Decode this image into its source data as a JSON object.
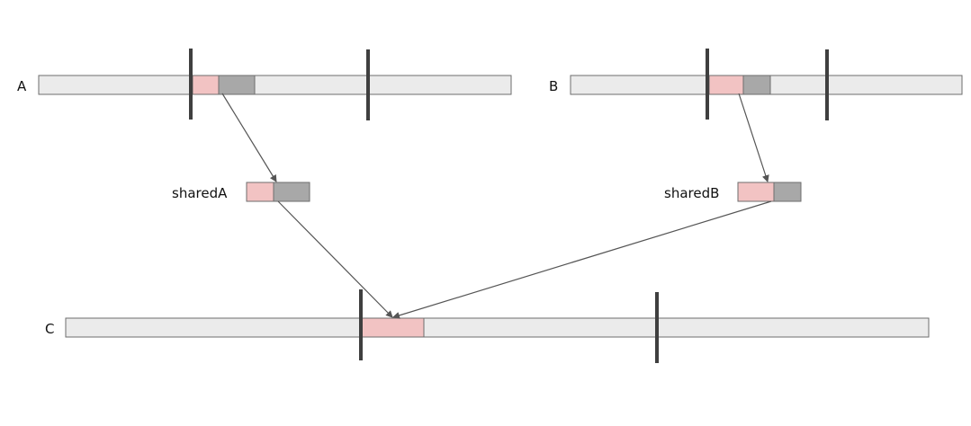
{
  "arrays": {
    "a": {
      "label": "A"
    },
    "b": {
      "label": "B"
    },
    "c": {
      "label": "C"
    }
  },
  "buffers": {
    "shared_a": {
      "label": "sharedA"
    },
    "shared_b": {
      "label": "sharedB"
    }
  },
  "colors": {
    "track_fill": "#ebebeb",
    "outline": "#6e6e6e",
    "highlight_pink": "#f2c3c3",
    "highlight_gray": "#a8a8a8",
    "boundary_tick": "#3f3f3f",
    "arrow": "#555555"
  }
}
